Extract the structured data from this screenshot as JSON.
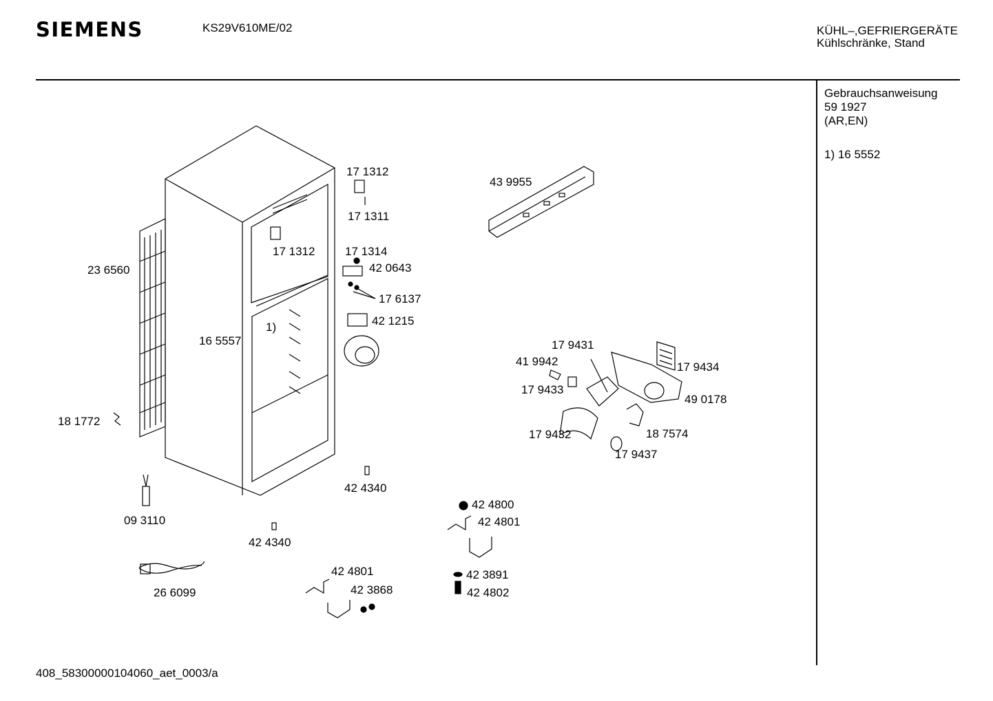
{
  "header": {
    "brand": "SIEMENS",
    "model": "KS29V610ME/02",
    "category_line1": "KÜHL–,GEFRIERGERÄTE",
    "category_line2": "Kühlschränke, Stand"
  },
  "sidebar": {
    "manual_title": "Gebrauchsanweisung",
    "manual_number": "59 1927",
    "manual_languages": "(AR,EN)",
    "footnote": "1)  16 5552"
  },
  "footer": {
    "code": "408_58300000104060_aet_000",
    "page": "3/a"
  },
  "parts": [
    {
      "id": "p171312a",
      "text": "17 1312"
    },
    {
      "id": "p171311",
      "text": "17 1311"
    },
    {
      "id": "p171312b",
      "text": "17 1312"
    },
    {
      "id": "p171314",
      "text": "17 1314"
    },
    {
      "id": "p420643",
      "text": "42 0643"
    },
    {
      "id": "p176137",
      "text": "17 6137"
    },
    {
      "id": "p421215",
      "text": "42 1215"
    },
    {
      "id": "p439955",
      "text": "43 9955"
    },
    {
      "id": "p236560",
      "text": "23 6560"
    },
    {
      "id": "pfoot1",
      "text": "1)"
    },
    {
      "id": "p165557",
      "text": "16 5557"
    },
    {
      "id": "p181772",
      "text": "18 1772"
    },
    {
      "id": "p179431",
      "text": "17 9431"
    },
    {
      "id": "p419942",
      "text": "41 9942"
    },
    {
      "id": "p179434",
      "text": "17 9434"
    },
    {
      "id": "p179433",
      "text": "17 9433"
    },
    {
      "id": "p490178",
      "text": "49 0178"
    },
    {
      "id": "p179432",
      "text": "17 9432"
    },
    {
      "id": "p187574",
      "text": "18 7574"
    },
    {
      "id": "p179437",
      "text": "17 9437"
    },
    {
      "id": "p424340a",
      "text": "42 4340"
    },
    {
      "id": "p093110",
      "text": "09 3110"
    },
    {
      "id": "p424340b",
      "text": "42 4340"
    },
    {
      "id": "p424800",
      "text": "42 4800"
    },
    {
      "id": "p424801a",
      "text": "42 4801"
    },
    {
      "id": "p424801b",
      "text": "42 4801"
    },
    {
      "id": "p423868",
      "text": "42 3868"
    },
    {
      "id": "p423891",
      "text": "42 3891"
    },
    {
      "id": "p424802",
      "text": "42 4802"
    },
    {
      "id": "p266099",
      "text": "26 6099"
    }
  ]
}
